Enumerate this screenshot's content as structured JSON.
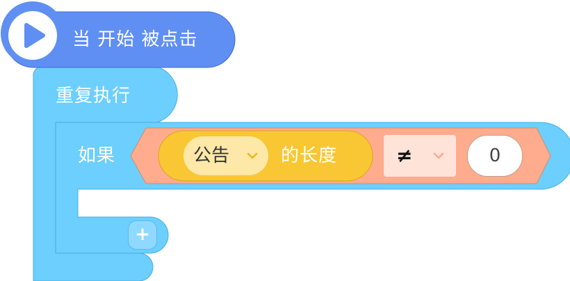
{
  "colors": {
    "event_block": "#5f8ff3",
    "control_block": "#6ccffd",
    "operator_block": "#ffab8d",
    "variable_block": "#f9c733"
  },
  "hat_block": {
    "icon": "play-icon",
    "label": "当 开始 被点击"
  },
  "repeat_block": {
    "label": "重复执行"
  },
  "if_block": {
    "label": "如果",
    "add_icon": "plus-icon",
    "add_label": "+"
  },
  "condition": {
    "variable_dropdown_value": "公告",
    "length_label": "的长度",
    "operator_value": "≠",
    "compare_value": "0"
  }
}
